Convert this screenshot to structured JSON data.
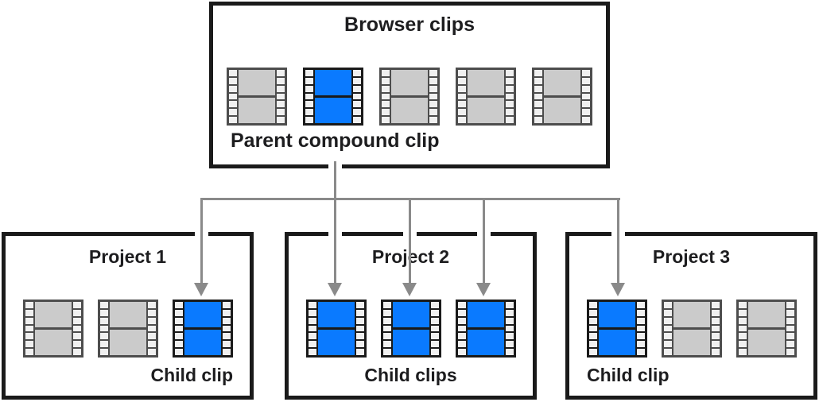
{
  "colors": {
    "accent_blue": "#0a7aff",
    "clip_gray": "#cbcbcb",
    "structure_gray": "#4d4d4d",
    "structure_black": "#1a1a1a",
    "sprocket_hole": "#f0f0f0",
    "line_gray": "#8a8a8a",
    "box_border": "#1a1a1a",
    "text": "#1d1d1f"
  },
  "browser": {
    "title": "Browser clips",
    "label": "Parent compound clip",
    "clips": [
      "gray",
      "blue",
      "gray",
      "gray",
      "gray"
    ]
  },
  "projects": [
    {
      "title": "Project 1",
      "label": "Child clip",
      "clips": [
        "gray",
        "gray",
        "blue"
      ]
    },
    {
      "title": "Project 2",
      "label": "Child clips",
      "clips": [
        "blue",
        "blue",
        "blue"
      ]
    },
    {
      "title": "Project 3",
      "label": "Child clip",
      "clips": [
        "blue",
        "gray",
        "gray"
      ]
    }
  ]
}
